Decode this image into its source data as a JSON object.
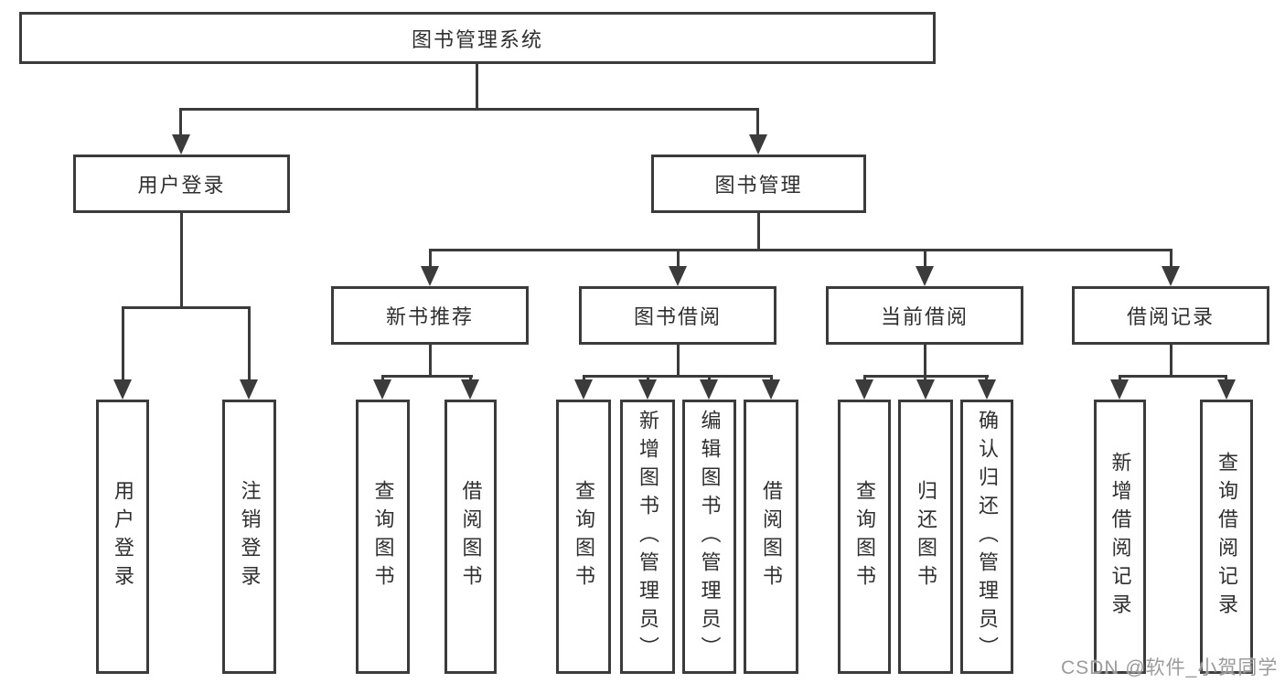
{
  "tree": {
    "root": {
      "label": "图书管理系统"
    },
    "branches": [
      {
        "label": "用户登录",
        "children": [
          {
            "label": "用户登录"
          },
          {
            "label": "注销登录"
          }
        ]
      },
      {
        "label": "图书管理",
        "children": [
          {
            "label": "新书推荐",
            "children": [
              {
                "label": "查询图书"
              },
              {
                "label": "借阅图书"
              }
            ]
          },
          {
            "label": "图书借阅",
            "children": [
              {
                "label": "查询图书"
              },
              {
                "label": "新增图书（管理员）"
              },
              {
                "label": "编辑图书（管理员）"
              },
              {
                "label": "借阅图书"
              }
            ]
          },
          {
            "label": "当前借阅",
            "children": [
              {
                "label": "查询图书"
              },
              {
                "label": "归还图书"
              },
              {
                "label": "确认归还（管理员）"
              }
            ]
          },
          {
            "label": "借阅记录",
            "children": [
              {
                "label": "新增借阅记录"
              },
              {
                "label": "查询借阅记录"
              }
            ]
          }
        ]
      }
    ]
  },
  "watermark": "CSDN @软件_小贺同学",
  "colors": {
    "line": "#3b3b3b",
    "text": "#2f2f2f",
    "watermark": "#9b9b9b",
    "background": "#ffffff"
  }
}
